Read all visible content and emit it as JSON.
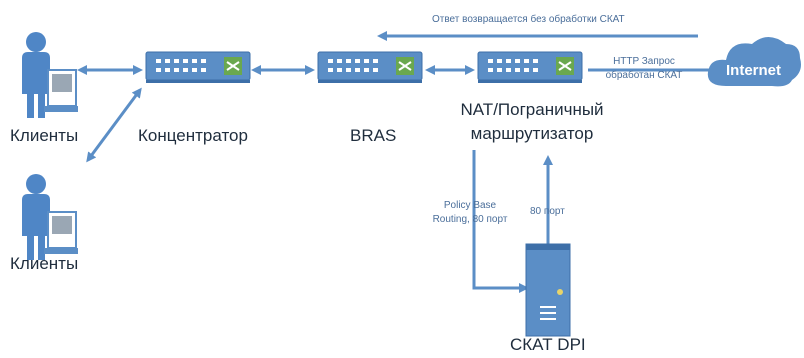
{
  "colors": {
    "accent": "#5b8ec6",
    "device_dark": "#3d6fa8",
    "text": "#1f2d3d",
    "note": "#4a6e9a",
    "led": "#e8d46a",
    "switch_icon": "#8bbf4a"
  },
  "nodes": {
    "clients_top": {
      "label": "Клиенты",
      "icon": "user-at-computer-icon"
    },
    "clients_bottom": {
      "label": "Клиенты",
      "icon": "user-at-computer-icon"
    },
    "hub": {
      "label": "Концентратор",
      "icon": "network-switch-icon"
    },
    "bras": {
      "label": "BRAS",
      "icon": "network-switch-icon"
    },
    "nat_router": {
      "label_line1": "NAT/Пограничный",
      "label_line2": "маршрутизатор",
      "icon": "network-switch-icon"
    },
    "internet": {
      "label": "Internet",
      "icon": "cloud-icon"
    },
    "dpi": {
      "label": "СКАТ DPI",
      "icon": "server-tower-icon"
    }
  },
  "edge_labels": {
    "return_path": "Ответ возвращается без обработки СКАТ",
    "http_line1": "HTTP Запрос",
    "http_line2": "обработан СКАТ",
    "pbr_line1": "Policy Base",
    "pbr_line2": "Routing, 80 порт",
    "port80": "80 порт"
  }
}
